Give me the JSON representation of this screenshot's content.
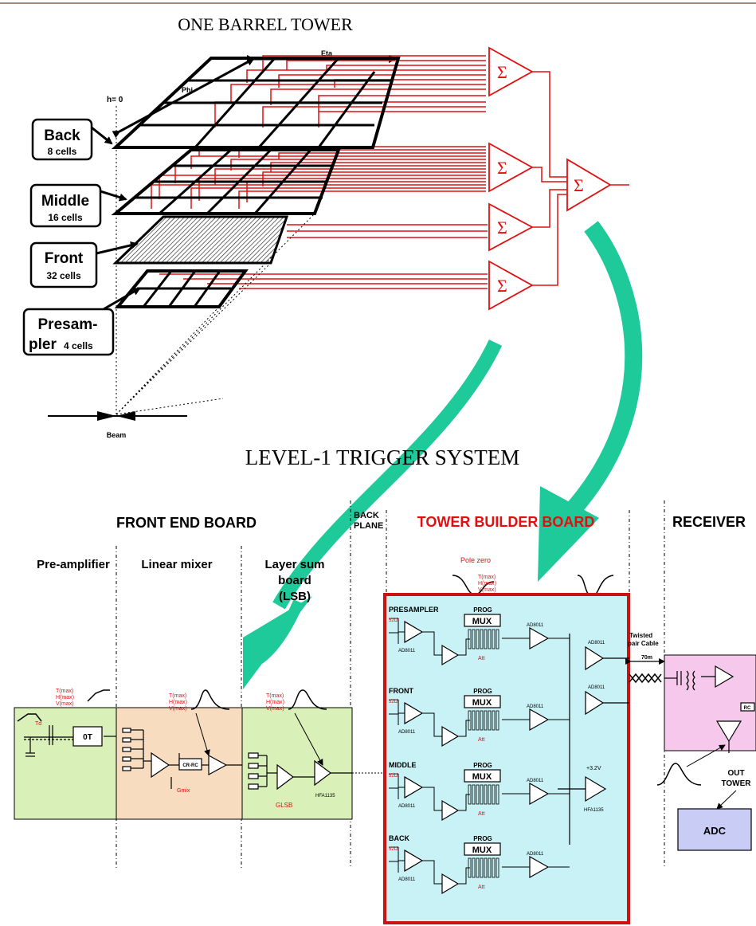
{
  "top": {
    "title": "ONE BARREL TOWER",
    "eta_label": "Eta",
    "phi_label": "Phi",
    "eta0_label": "h= 0",
    "beam_label": "Beam",
    "layers": [
      {
        "name": "Back",
        "cells": "8 cells"
      },
      {
        "name": "Middle",
        "cells": "16 cells"
      },
      {
        "name": "Front",
        "cells": "32 cells"
      },
      {
        "name_line1": "Presam-",
        "name_line2": "pler",
        "cells": "4 cells"
      }
    ],
    "sum_symbol": "Σ"
  },
  "bottom": {
    "title": "LEVEL-1 TRIGGER SYSTEM",
    "front_end_board": "FRONT END BOARD",
    "back_plane_line1": "BACK",
    "back_plane_line2": "PLANE",
    "tower_builder_board": "TOWER BUILDER BOARD",
    "receiver": "RECEIVER",
    "pre_amplifier": "Pre-amplifier",
    "linear_mixer": "Linear mixer",
    "lsb_line1": "Layer sum",
    "lsb_line2": "board",
    "lsb_line3": "(LSB)",
    "pole_zero": "Pole zero",
    "twisted_pair_line1": "Twisted",
    "twisted_pair_line2": "pair Cable",
    "cable_length": "70m",
    "out_tower_line1": "OUT",
    "out_tower_line2": "TOWER",
    "adc": "ADC",
    "sections": [
      "PRESAMPLER",
      "FRONT",
      "MIDDLE",
      "BACK"
    ],
    "mux_prog": "PROG",
    "mux": "MUX",
    "ad_part": "AD8011",
    "hfa_part": "HFA1135",
    "supply": "+3.2V",
    "att": "Att",
    "timing_lines": [
      "T(max)",
      "H(max)",
      "V(max)"
    ],
    "timing_short": "Td",
    "glsb": "GLSB",
    "gmix": "Gmix",
    "crrc": "CR-RC",
    "zero_t": "0T",
    "rc": "RC",
    "res_52": "52Ω",
    "res_1k": "1kΩ"
  },
  "colors": {
    "red": "#e01010",
    "green_arrow": "#1ec99a",
    "front_end_green": "#d9f0b8",
    "mixer_orange": "#f7dcc0",
    "tbb_cyan": "#c8f2f6",
    "tbb_border": "#cc1111",
    "receiver_pink": "#f5c8ec",
    "adc_blue": "#c9ccf4"
  }
}
